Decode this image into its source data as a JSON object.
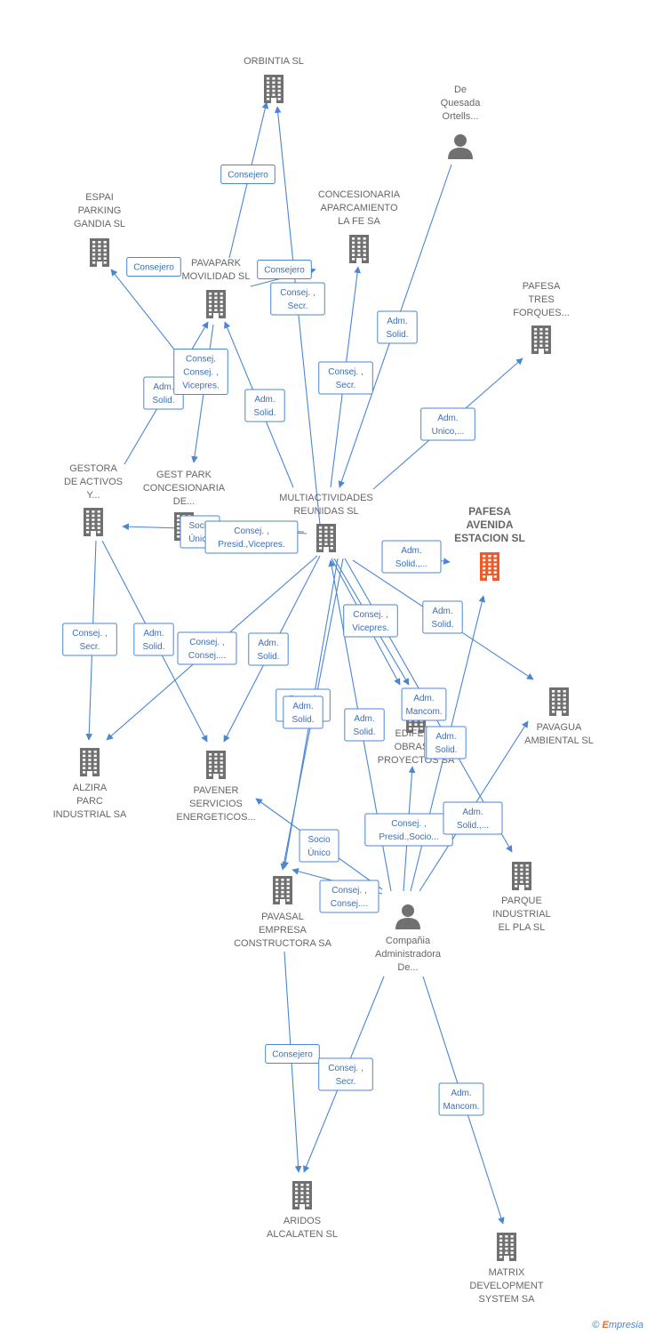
{
  "colors": {
    "edge": "#4a86d4",
    "node": "#707070",
    "focus": "#f05a28"
  },
  "nodes": [
    {
      "id": "orbintia",
      "type": "company",
      "lines": [
        "ORBINTIA SL"
      ]
    },
    {
      "id": "dequesada",
      "type": "person",
      "lines": [
        "De",
        "Quesada",
        "Ortells..."
      ]
    },
    {
      "id": "espai",
      "type": "company",
      "lines": [
        "ESPAI",
        "PARKING",
        "GANDIA SL"
      ]
    },
    {
      "id": "concesionaria",
      "type": "company",
      "lines": [
        "CONCESIONARIA",
        "APARCAMIENTO",
        "LA FE SA"
      ]
    },
    {
      "id": "pavapark",
      "type": "company",
      "lines": [
        "PAVAPARK",
        "MOVILIDAD SL"
      ]
    },
    {
      "id": "pafesatres",
      "type": "company",
      "lines": [
        "PAFESA",
        "TRES",
        "FORQUES..."
      ]
    },
    {
      "id": "gestora",
      "type": "company",
      "lines": [
        "GESTORA",
        "DE ACTIVOS",
        "Y..."
      ]
    },
    {
      "id": "gestpark",
      "type": "company",
      "lines": [
        "GEST PARK",
        "CONCESIONARIA",
        "DE..."
      ]
    },
    {
      "id": "multi",
      "type": "company",
      "lines": [
        "MULTIACTIVIDADES",
        "REUNIDAS  SL"
      ]
    },
    {
      "id": "pafesa",
      "type": "focus",
      "lines": [
        "PAFESA",
        "AVENIDA",
        "ESTACION  SL"
      ]
    },
    {
      "id": "pavagua",
      "type": "company",
      "lines": [
        "PAVAGUA",
        "AMBIENTAL  SL"
      ]
    },
    {
      "id": "alzira",
      "type": "company",
      "lines": [
        "ALZIRA",
        "PARC",
        "INDUSTRIAL SA"
      ]
    },
    {
      "id": "pavener",
      "type": "company",
      "lines": [
        "PAVENER",
        "SERVICIOS",
        "ENERGETICOS..."
      ]
    },
    {
      "id": "edifesa",
      "type": "company",
      "lines": [
        "EDIFESA",
        "OBRAS Y",
        "PROYECTOS SA"
      ]
    },
    {
      "id": "parque",
      "type": "company",
      "lines": [
        "PARQUE",
        "INDUSTRIAL",
        "EL PLA SL"
      ]
    },
    {
      "id": "pavasal",
      "type": "company",
      "lines": [
        "PAVASAL",
        "EMPRESA",
        "CONSTRUCTORA SA"
      ]
    },
    {
      "id": "compania",
      "type": "person",
      "lines": [
        "Compañia",
        "Administradora",
        "De..."
      ]
    },
    {
      "id": "aridos",
      "type": "company",
      "lines": [
        "ARIDOS",
        "ALCALATEN SL"
      ]
    },
    {
      "id": "matrix",
      "type": "company",
      "lines": [
        "MATRIX",
        "DEVELOPMENT",
        "SYSTEM SA"
      ]
    }
  ],
  "edges": [
    {
      "from": "pavapark",
      "to": "orbintia",
      "lines": [
        "Consejero"
      ]
    },
    {
      "from": "multi",
      "to": "orbintia",
      "lines": [
        "Consej. ,",
        "Secr."
      ]
    },
    {
      "from": "multi",
      "to": "pavapark",
      "lines": [
        "Consejero"
      ]
    },
    {
      "from": "dequesada",
      "to": "multi",
      "lines": [
        "Adm.",
        "Solid."
      ]
    },
    {
      "from": "gestpark",
      "to": "espai",
      "lines": [
        "Consejero"
      ]
    },
    {
      "from": "multi",
      "to": "concesionaria",
      "lines": [
        "Consej. ,",
        "Secr."
      ]
    },
    {
      "from": "multi",
      "to": "pafesatres",
      "lines": [
        "Adm.",
        "Unico,..."
      ]
    },
    {
      "from": "gestora",
      "to": "pavapark",
      "lines": [
        "Adm.",
        "Solid."
      ]
    },
    {
      "from": "pavapark",
      "to": "gestpark",
      "lines": [
        "Consej.",
        "Consej. ,",
        "Vicepres."
      ]
    },
    {
      "from": "multi",
      "to": "pavapark",
      "lines": [
        "Adm.",
        "Solid."
      ]
    },
    {
      "from": "multi",
      "to": "gestora",
      "lines": [
        "Socio",
        "Único"
      ]
    },
    {
      "from": "multi",
      "to": "gestpark",
      "lines": [
        "Consej. ,",
        "Presid.,Vicepres."
      ]
    },
    {
      "from": "multi",
      "to": "pafesa",
      "lines": [
        "Adm.",
        "Solid.,..."
      ]
    },
    {
      "from": "multi",
      "to": "pavagua",
      "lines": [
        "Adm.",
        "Solid."
      ]
    },
    {
      "from": "gestora",
      "to": "alzira",
      "lines": [
        "Consej. ,",
        "Secr."
      ]
    },
    {
      "from": "gestora",
      "to": "pavener",
      "lines": [
        "Adm.",
        "Solid."
      ]
    },
    {
      "from": "multi",
      "to": "alzira",
      "lines": [
        "Consej. ,",
        "Consej...."
      ]
    },
    {
      "from": "multi",
      "to": "pavener",
      "lines": [
        "Adm.",
        "Solid."
      ]
    },
    {
      "from": "multi",
      "to": "edifesa",
      "lines": [
        "Consej. ,",
        "Vicepres."
      ]
    },
    {
      "from": "multi",
      "to": "edifesa",
      "lines": [
        "Adm.",
        "Mancom."
      ]
    },
    {
      "from": "multi",
      "to": "pavasal",
      "lines": [
        "Consej.",
        "Vicepres."
      ]
    },
    {
      "from": "multi",
      "to": "pavasal",
      "lines": [
        "Adm.",
        "Solid."
      ]
    },
    {
      "from": "compania",
      "to": "multi",
      "lines": [
        "Adm.",
        "Solid."
      ]
    },
    {
      "from": "multi",
      "to": "parque",
      "lines": [
        "Adm.",
        "Solid."
      ]
    },
    {
      "from": "compania",
      "to": "pafesa",
      "lines": [
        "Consej. ,",
        "Presid.,Socio..."
      ]
    },
    {
      "from": "compania",
      "to": "pavagua",
      "lines": [
        "Adm.",
        "Solid.,..."
      ]
    },
    {
      "from": "compania",
      "to": "pavener",
      "lines": [
        "Socio",
        "Único"
      ]
    },
    {
      "from": "compania",
      "to": "pavasal",
      "lines": [
        "Consej. ,",
        "Consej...."
      ]
    },
    {
      "from": "pavasal",
      "to": "aridos",
      "lines": [
        "Consejero"
      ]
    },
    {
      "from": "compania",
      "to": "aridos",
      "lines": [
        "Consej. ,",
        "Secr."
      ]
    },
    {
      "from": "compania",
      "to": "matrix",
      "lines": [
        "Adm.",
        "Mancom."
      ]
    },
    {
      "from": "compania",
      "to": "edifesa",
      "lines": [
        "Adm.",
        "Solid."
      ]
    }
  ],
  "footer": {
    "copyright": "©",
    "brand_initial": "E",
    "brand_rest": "mpresia"
  }
}
